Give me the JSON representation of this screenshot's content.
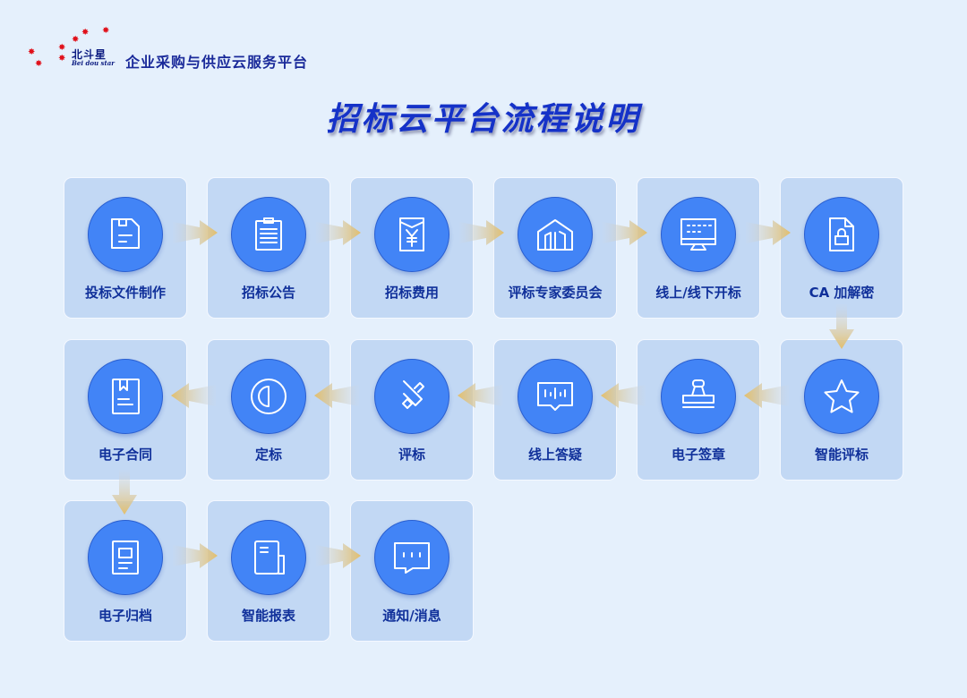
{
  "header": {
    "logo_cn": "北斗星",
    "logo_en": "Bei dou star",
    "brand": "企业采购与供应云服务平台"
  },
  "title": "招标云平台流程说明",
  "colors": {
    "accent": "#4284f6",
    "card": "#c2d8f4",
    "arrow": "#e3bf6c",
    "label": "#10309a"
  },
  "steps": [
    {
      "label": "投标文件制作",
      "icon": "save-document-icon"
    },
    {
      "label": "招标公告",
      "icon": "clipboard-icon"
    },
    {
      "label": "招标费用",
      "icon": "yuan-receipt-icon"
    },
    {
      "label": "评标专家委员会",
      "icon": "building-icon"
    },
    {
      "label": "线上/线下开标",
      "icon": "monitor-keyboard-icon"
    },
    {
      "label": "CA 加解密",
      "icon": "file-lock-icon"
    },
    {
      "label": "智能评标",
      "icon": "star-icon"
    },
    {
      "label": "电子签章",
      "icon": "stamp-icon"
    },
    {
      "label": "线上答疑",
      "icon": "message-icon"
    },
    {
      "label": "评标",
      "icon": "pencil-icon"
    },
    {
      "label": "定标",
      "icon": "half-circle-icon"
    },
    {
      "label": "电子合同",
      "icon": "bookmark-document-icon"
    },
    {
      "label": "电子归档",
      "icon": "archive-icon"
    },
    {
      "label": "智能报表",
      "icon": "report-icon"
    },
    {
      "label": "通知/消息",
      "icon": "chat-icon"
    }
  ]
}
